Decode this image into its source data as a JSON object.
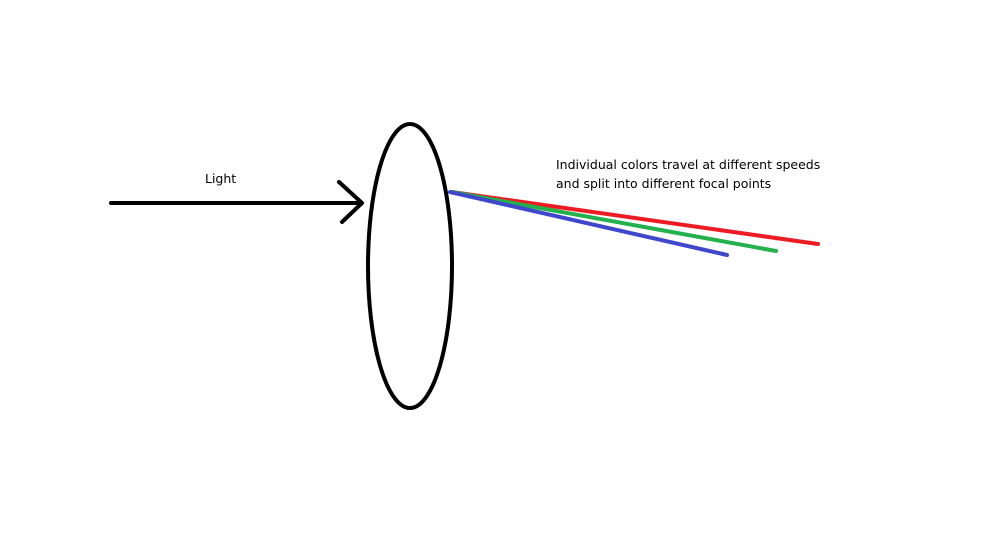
{
  "labels": {
    "light": "Light",
    "note_line_1": "Individual colors travel at different speeds",
    "note_line_2": "and split into different focal points"
  },
  "colors": {
    "incoming_light": "#000000",
    "lens": "#000000",
    "red_ray": "#ED1C24",
    "green_ray": "#22B14C",
    "blue_ray": "#3F48CC"
  },
  "icons": {
    "incoming_arrow": "arrow-right-icon",
    "lens": "ellipse-lens"
  }
}
